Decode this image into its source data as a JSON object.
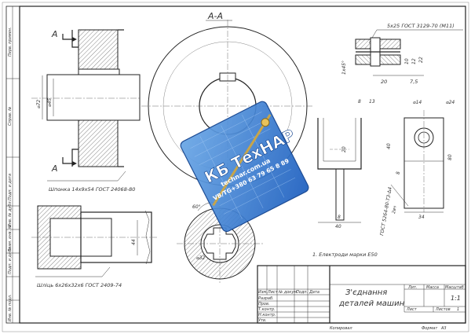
{
  "sheet": {
    "side_stamps": [
      "Перв. примен.",
      "Справ. №",
      "Подп. и дата",
      "Инв. № дубл.",
      "Взам. инв. №",
      "Подп. и дата",
      "Инв. № подл."
    ],
    "copied_by": "Копировал",
    "format_label": "Формат",
    "format_value": "А3"
  },
  "view_a": {
    "section_title": "А-А",
    "arrow_letter_top": "А",
    "arrow_letter_bottom": "А",
    "dia_outer": "⌀72",
    "dia_inner": "⌀45",
    "key_callout": "Шпонка 14х9х54 ГОСТ 24068-80"
  },
  "view_spline": {
    "callout": "Шліць 6х26х32х6 ГОСТ 2409-74",
    "dim_len": "44",
    "dia": "⌀32",
    "angle": "60°"
  },
  "detail_pin": {
    "callout": "5х25 ГОСТ 3129-70 (М11)",
    "chamfer": "1х45°",
    "dims": [
      "10",
      "12",
      "22",
      "20",
      "7,5"
    ]
  },
  "welded": {
    "dims_top": [
      "8",
      "13"
    ],
    "dims_side": [
      "20",
      "40",
      "8",
      "80"
    ],
    "dims_bottom": [
      "8",
      "40",
      "34"
    ],
    "dia_small": "⌀14",
    "dia_large": "⌀24",
    "weld_symbol": "ГОСТ 5264-80-Т3-∆4",
    "weld_mark": "2вч",
    "note": "1. Електроди марки Е50"
  },
  "title_block": {
    "title_line1": "З'єднання",
    "title_line2": "деталей машин",
    "head_cells": [
      "Изм.",
      "Лист",
      "№ докум.",
      "Подп.",
      "Дата"
    ],
    "role_cells": [
      "Разраб.",
      "Пров.",
      "Т.контр.",
      "Н.контр.",
      "Утв."
    ],
    "col_lit": "Лит.",
    "col_mass": "Масса",
    "col_scale": "Масштаб",
    "scale_value": "1:1",
    "sheet_label": "Лист",
    "sheets_label": "Листов",
    "sheets_value": "1"
  },
  "watermark": {
    "brand": "КБ ТехНАР",
    "site": "technar.com.ua",
    "contact": "VB/TG+380 63 79 65 8 89"
  }
}
